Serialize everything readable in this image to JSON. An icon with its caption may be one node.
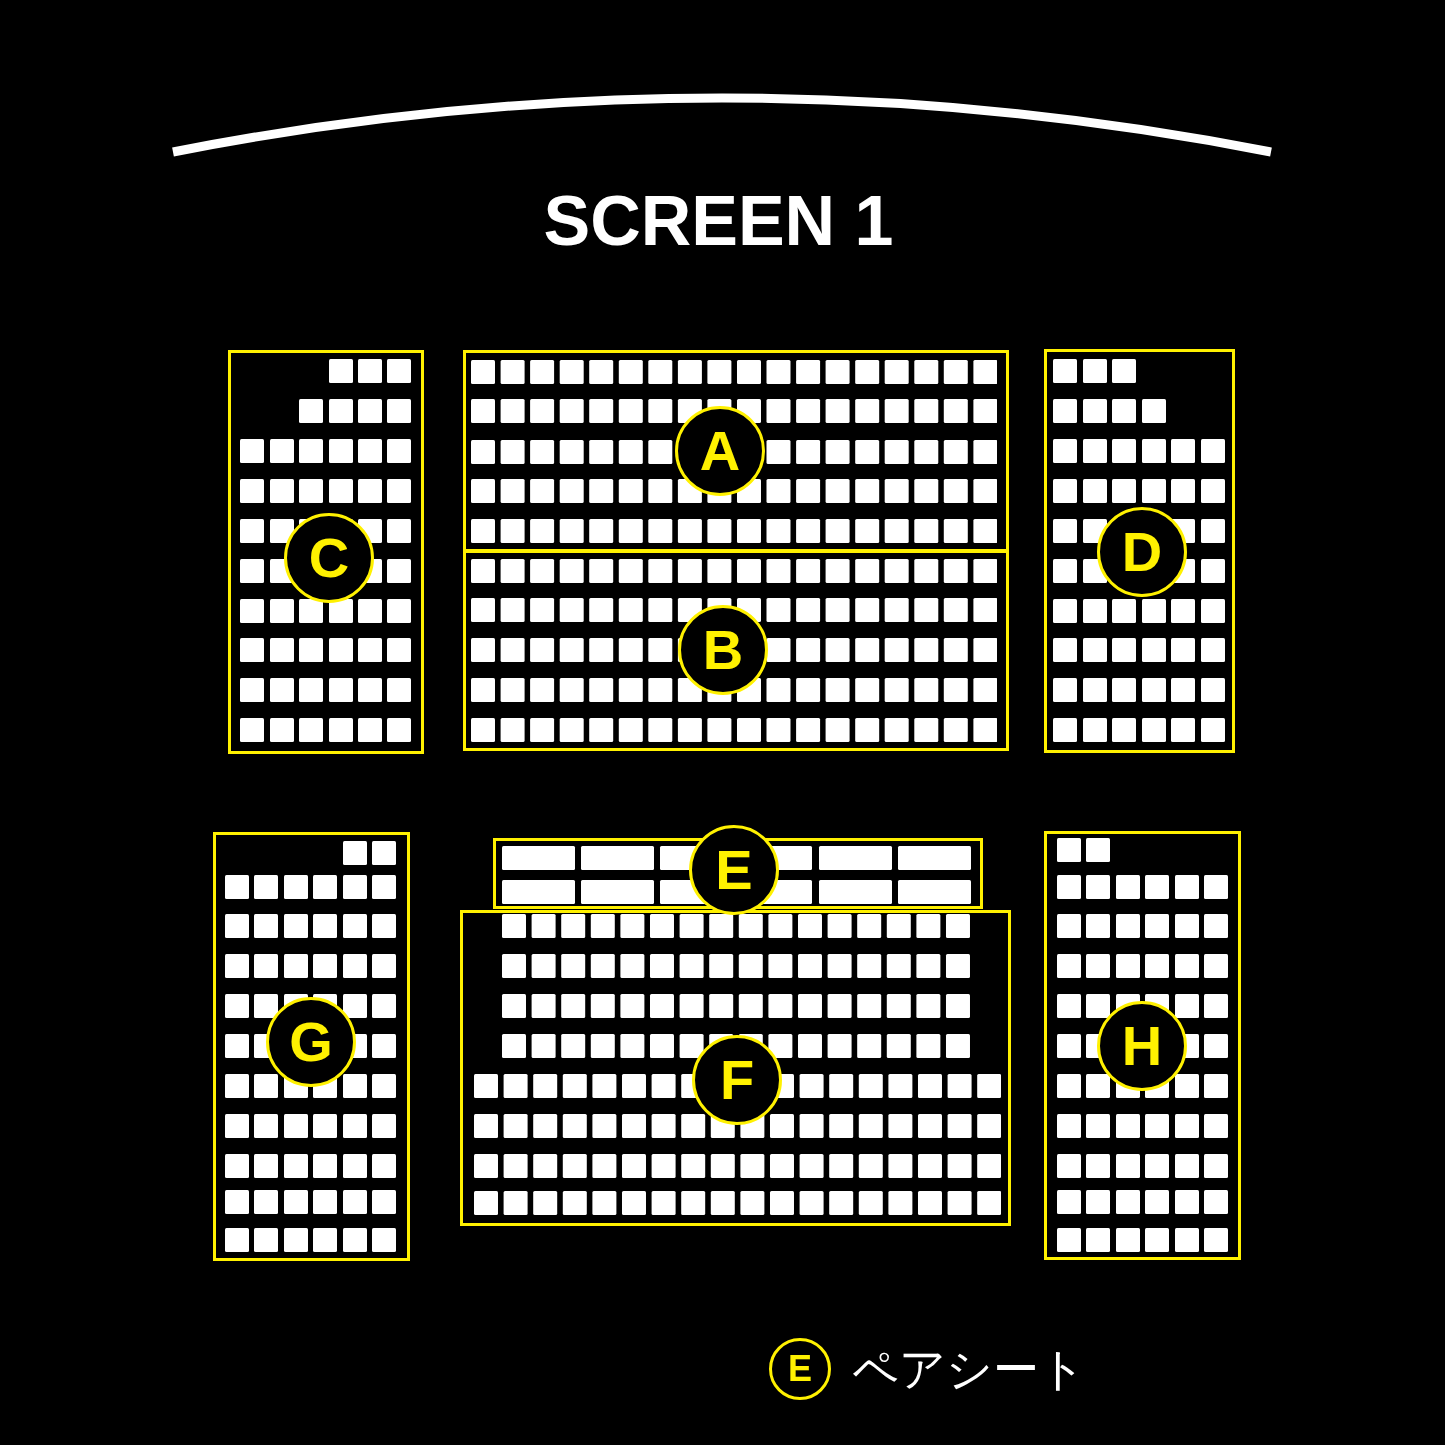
{
  "diagram": {
    "title": "SCREEN 1",
    "nodes": [
      {
        "text": [
          "A"
        ]
      },
      {
        "text": [
          "B"
        ]
      },
      {
        "text": [
          "C"
        ]
      },
      {
        "text": [
          "D"
        ]
      },
      {
        "text": [
          "E"
        ]
      },
      {
        "text": [
          "F"
        ]
      },
      {
        "text": [
          "G"
        ]
      },
      {
        "text": [
          "H"
        ]
      }
    ],
    "labels": [
      "E"
    ],
    "legend": [
      {
        "text": "ペアシート"
      }
    ]
  }
}
